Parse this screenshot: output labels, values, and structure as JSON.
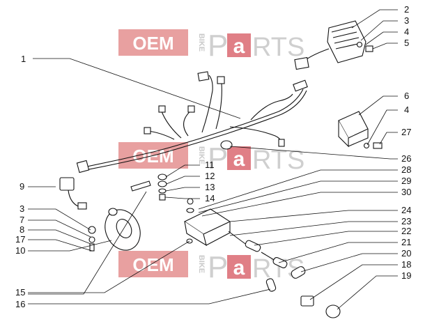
{
  "watermark": {
    "oem": "OEM",
    "bike": "BIKE",
    "parts_p": "P",
    "parts_a": "a",
    "parts_rest": "RTS",
    "red": "#e8a0a0",
    "red_dark": "#e07f86",
    "grey": "#cfcfcf"
  },
  "callouts": {
    "n1": "1",
    "n2": "2",
    "n3a": "3",
    "n4a": "4",
    "n5": "5",
    "n6": "6",
    "n4b": "4",
    "n27": "27",
    "n26": "26",
    "n28": "28",
    "n29": "29",
    "n30": "30",
    "n11": "11",
    "n12": "12",
    "n13": "13",
    "n14": "14",
    "n9": "9",
    "n3b": "3",
    "n7": "7",
    "n8": "8",
    "n17": "17",
    "n10": "10",
    "n24": "24",
    "n23": "23",
    "n22": "22",
    "n21": "21",
    "n20": "20",
    "n18": "18",
    "n19": "19",
    "n15": "15",
    "n16": "16"
  }
}
